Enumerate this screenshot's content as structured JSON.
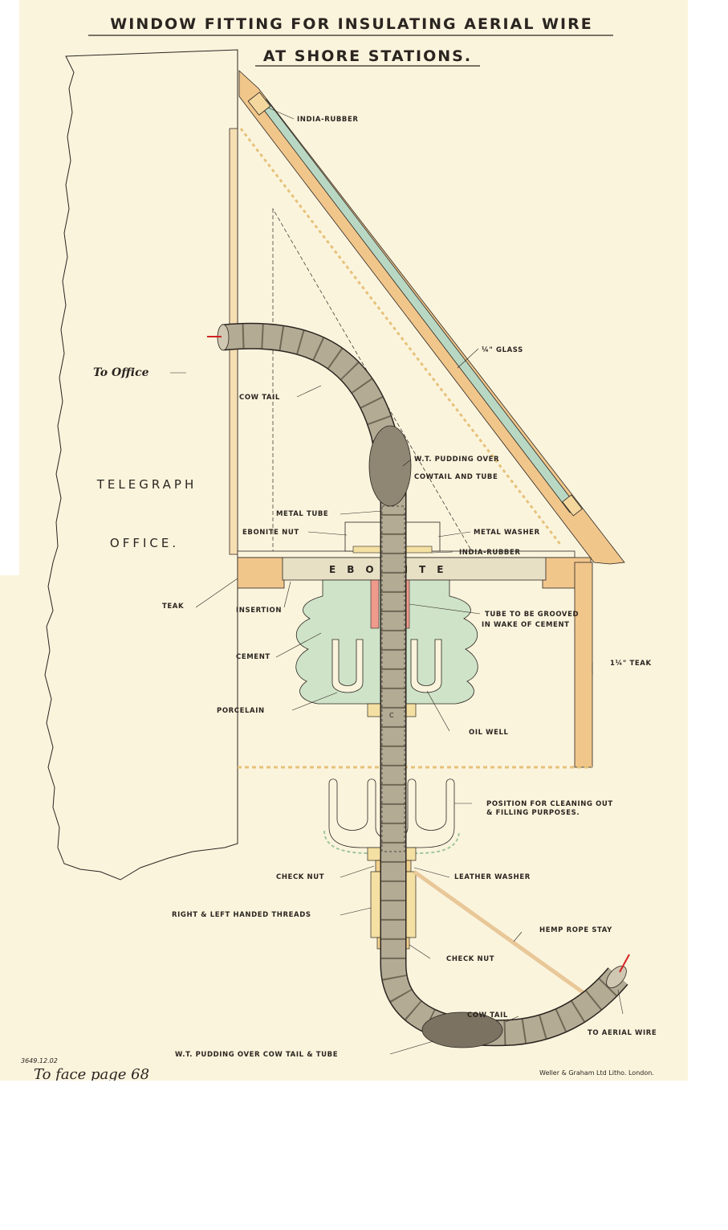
{
  "title": {
    "line1": "WINDOW  FITTING  FOR  INSULATING  AERIAL WIRE",
    "line2": "AT  SHORE  STATIONS."
  },
  "room": {
    "line1": "TELEGRAPH",
    "line2": "OFFICE."
  },
  "labels": {
    "india_rubber_top": "INDIA-RUBBER",
    "glass": "¼\" GLASS",
    "to_office": "To Office",
    "cow_tail_top": "COW TAIL",
    "pudding_top_1": "W.T. PUDDING OVER",
    "pudding_top_2": "COWTAIL AND TUBE",
    "metal_tube": "METAL TUBE",
    "ebonite_nut": "EBONITE NUT",
    "metal_washer": "METAL WASHER",
    "india_rubber_mid": "INDIA-RUBBER",
    "ebonite": "EBONITE",
    "teak_left": "TEAK",
    "insertion": "INSERTION",
    "tube_grooved_1": "TUBE TO BE GROOVED",
    "tube_grooved_2": "IN WAKE OF CEMENT",
    "cement": "CEMENT",
    "teak_right": "1¼\" TEAK",
    "porcelain": "PORCELAIN",
    "oil_well": "OIL WELL",
    "position_1": "POSITION FOR CLEANING OUT",
    "position_2": "& FILLING  PURPOSES.",
    "check_nut_top": "CHECK NUT",
    "leather_washer": "LEATHER WASHER",
    "threads": "RIGHT & LEFT HANDED THREADS",
    "hemp_rope": "HEMP ROPE STAY",
    "check_nut_bottom": "CHECK NUT",
    "cow_tail_bottom": "COW TAIL",
    "to_aerial": "TO AERIAL WIRE",
    "pudding_bottom": "W.T. PUDDING OVER COW TAIL & TUBE"
  },
  "footer": {
    "plate_no": "3649.12.02",
    "to_face": "To face page 68",
    "printer": "Weller & Graham  Ltd Litho. London."
  },
  "colors": {
    "paper": "#fbf4dd",
    "teak": "#f1c68b",
    "glass": "#b9d8c4",
    "ebonite": "#e8e0c5",
    "porcelain": "#cfe3c8",
    "cement": "#ef9a8c",
    "cable": "#b4ab95",
    "brass": "#f4e0a2",
    "ink": "#2a2520"
  }
}
